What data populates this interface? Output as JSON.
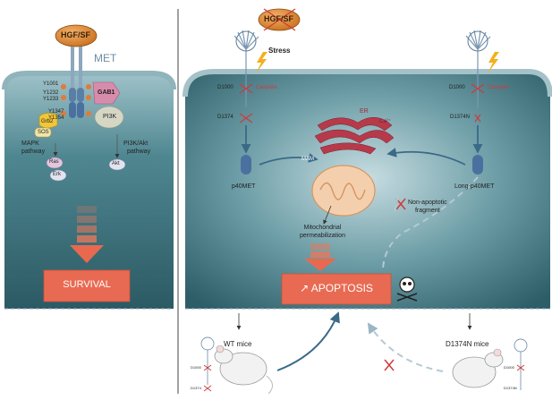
{
  "ligand": {
    "left_label": "HGF/SF",
    "right_label": "HGF/SF"
  },
  "receptor": {
    "label": "MET"
  },
  "left_cell": {
    "sites": [
      "Y1001",
      "Y1232",
      "Y1233",
      "Y1347",
      "Y1354"
    ],
    "adaptors": {
      "gab1": "GAB1",
      "pi3k": "PI3K",
      "grb2": "Grb2",
      "sos": "SOS",
      "p": "P"
    },
    "pathways": {
      "mapk": "MAPK",
      "mapk2": "pathway",
      "pi3k_akt": "PI3K/Akt",
      "pi3k_akt2": "pathway"
    },
    "kinases": {
      "ras": "Ras",
      "erk": "Erk",
      "akt": "Akt"
    },
    "outcome": "SURVIVAL"
  },
  "right_cell": {
    "stress": "Stress",
    "left_sites": {
      "d1000": "D1000",
      "caspase": "Caspase",
      "d1374": "D1374"
    },
    "right_sites": {
      "d1000": "D1000",
      "caspase": "Caspase",
      "d1374n": "D1374N"
    },
    "fragment_left": "p40MET",
    "fragment_right": "Long-p40MET",
    "er": "ER",
    "ca": "Ca²⁺",
    "mam": "MAM",
    "mito_perm_1": "Mitochondrial",
    "mito_perm_2": "permeabilization",
    "non_apop_1": "Non-apoptotic",
    "non_apop_2": "fragment",
    "outcome": "APOPTOSIS"
  },
  "mice": {
    "wt": "WT mice",
    "mutant": "D1374N mice",
    "wt_sites": [
      "D1000",
      "D1374"
    ],
    "mut_sites": [
      "D1000",
      "D1374N"
    ]
  },
  "colors": {
    "cell_fill": "#2f6470",
    "membrane": "#3d7c89",
    "hgf": "#d9822b",
    "outcome_box": "#e96a52",
    "met": "#5a82a8",
    "mito": "#f2c8a8",
    "er": "#a93545",
    "arrow": "#e8785a"
  }
}
